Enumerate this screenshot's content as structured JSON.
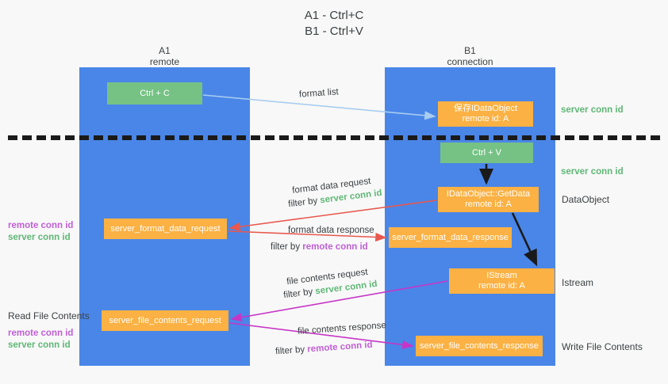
{
  "title": {
    "line1": "A1 - Ctrl+C",
    "line2": "B1 - Ctrl+V"
  },
  "lanes": [
    {
      "id": "a1",
      "name": "A1",
      "subtitle": "remote"
    },
    {
      "id": "b1",
      "name": "B1",
      "subtitle": "connection"
    }
  ],
  "nodes": {
    "ctrl_c": {
      "label": "Ctrl + C",
      "sub": "",
      "color": "#76c285"
    },
    "idataobject": {
      "label": "保存IDataObject",
      "sub": "remote id: A",
      "color": "#fbb143"
    },
    "ctrl_v": {
      "label": "Ctrl + V",
      "sub": "",
      "color": "#76c285"
    },
    "getdata": {
      "label": "IDataObject::GetData",
      "sub": "remote id: A",
      "color": "#fbb143"
    },
    "format_data_request": {
      "label": "server_format_data_request",
      "sub": "",
      "color": "#fbb143"
    },
    "format_data_response": {
      "label": "server_format_data_response",
      "sub": "",
      "color": "#fbb143"
    },
    "istream": {
      "label": "IStream",
      "sub": "remote id: A",
      "color": "#fbb143"
    },
    "file_contents_request": {
      "label": "server_file_contents_request",
      "sub": "",
      "color": "#fbb143"
    },
    "file_contents_response": {
      "label": "server_file_contents_response",
      "sub": "",
      "color": "#fbb143"
    }
  },
  "annotations": {
    "format_list": "format list",
    "format_data_request": "format data request",
    "format_data_request_filter_prefix": "filter by ",
    "format_data_request_filter_key": "server conn id",
    "format_data_response": "format data response",
    "format_data_response_filter_prefix": "filter by ",
    "format_data_response_filter_key": "remote conn id",
    "file_contents_request": "file contents request",
    "file_contents_request_filter_prefix": "filter by ",
    "file_contents_request_filter_key": "server conn id",
    "file_contents_response": "file contents response",
    "file_contents_response_filter_prefix": "filter by ",
    "file_contents_response_filter_key": "remote conn id"
  },
  "conn_labels": {
    "server": "server conn id",
    "remote": "remote conn id"
  },
  "side_labels": {
    "data_object": "DataObject",
    "istream": "Istream",
    "write_file_contents": "Write File Contents",
    "read_file_contents": "Read File Contents"
  },
  "colors": {
    "lane": "#4a86e8",
    "green_node": "#76c285",
    "orange_node": "#fbb143",
    "server_conn": "#5fb776",
    "remote_conn": "#c05fd6",
    "arrow_light_blue": "#a8cdf0",
    "arrow_red": "#e8584f",
    "arrow_magenta": "#c735c7",
    "arrow_black": "#1a1a1a",
    "background": "#f8f8f8"
  }
}
